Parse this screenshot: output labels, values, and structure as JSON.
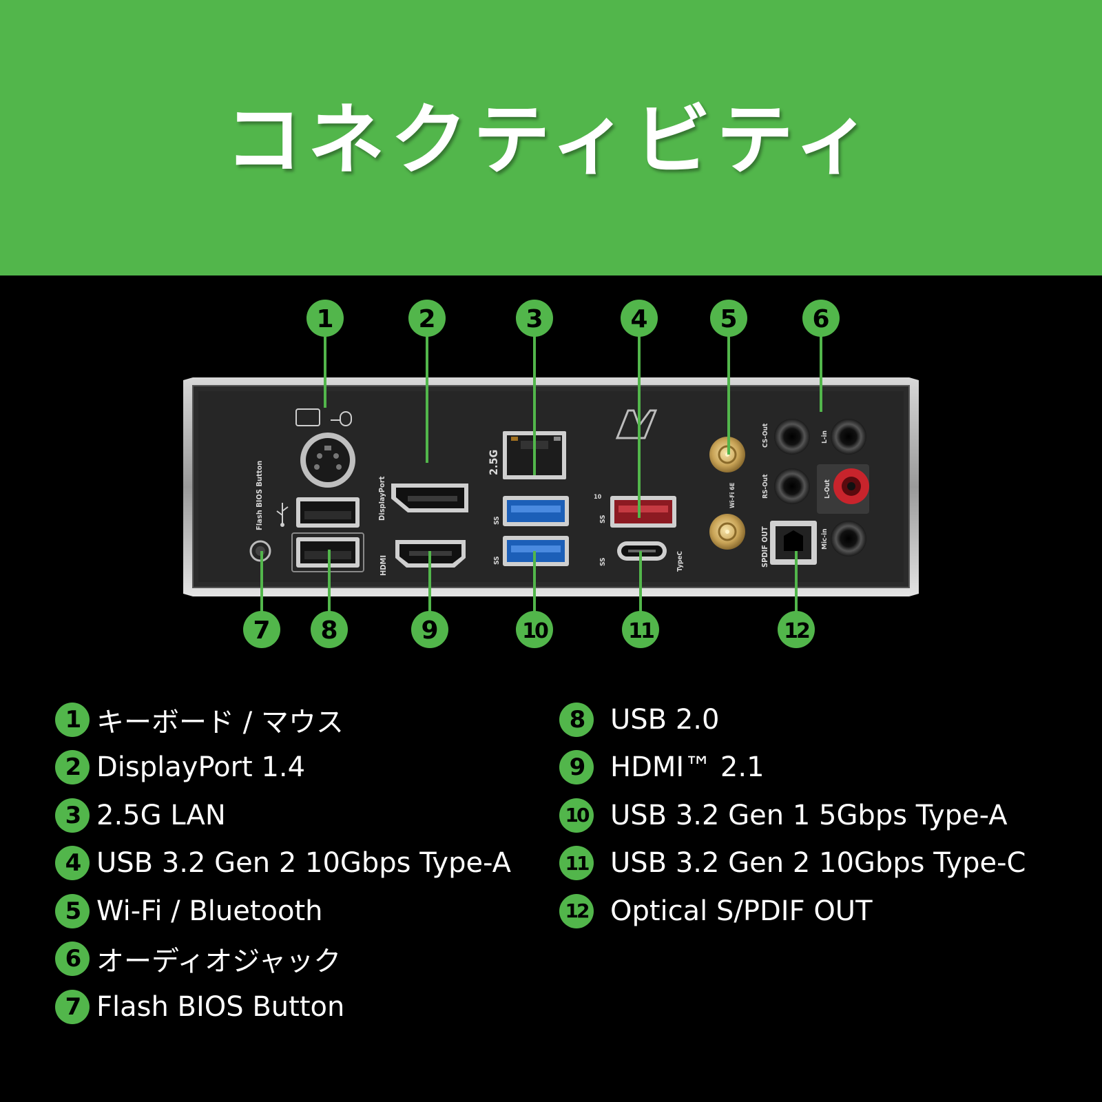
{
  "title": "コネクティビティ",
  "colors": {
    "accent": "#52b64b",
    "background": "#000000",
    "plate": "#2a2a2a"
  },
  "callouts": {
    "top": [
      "1",
      "2",
      "3",
      "4",
      "5",
      "6"
    ],
    "bottom": [
      "7",
      "8",
      "9",
      "10",
      "11",
      "12"
    ]
  },
  "panel_labels": {
    "flash_bios": "Flash BIOS Button",
    "displayport": "DisplayPort",
    "lan": "2.5G",
    "wifi": "Wi-Fi 6E",
    "typec": "TypeC",
    "spdif": "SPDIF OUT",
    "cs_out": "CS-Out",
    "rs_out": "RS-Out",
    "l_in": "L-in",
    "l_out": "L-Out",
    "mic_in": "Mic-in",
    "usb_speed": "10",
    "ss": "SS"
  },
  "legend_left": [
    {
      "num": "1",
      "text": "キーボード / マウス"
    },
    {
      "num": "2",
      "text": "DisplayPort 1.4"
    },
    {
      "num": "3",
      "text": "2.5G LAN"
    },
    {
      "num": "4",
      "text": "USB 3.2 Gen 2 10Gbps Type-A"
    },
    {
      "num": "5",
      "text": "Wi-Fi / Bluetooth"
    },
    {
      "num": "6",
      "text": "オーディオジャック"
    },
    {
      "num": "7",
      "text": "Flash BIOS Button"
    }
  ],
  "legend_right": [
    {
      "num": "8",
      "text": "USB 2.0"
    },
    {
      "num": "9",
      "text": "HDMI™ 2.1"
    },
    {
      "num": "10",
      "text": "USB 3.2 Gen 1 5Gbps Type-A"
    },
    {
      "num": "11",
      "text": "USB 3.2 Gen 2 10Gbps Type-C"
    },
    {
      "num": "12",
      "text": "Optical S/PDIF OUT"
    }
  ]
}
